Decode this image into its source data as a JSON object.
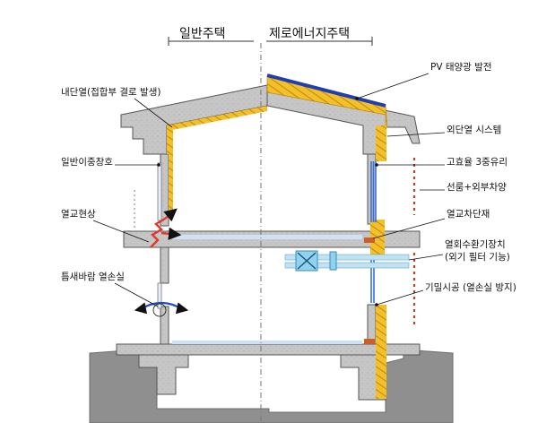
{
  "header": {
    "left_title": "일반주택",
    "right_title": "제로에너지주택"
  },
  "labels_left": [
    "내단열(접합부 결로 발생)",
    "일반이중창호",
    "열교현상",
    "틈새바람 열손실"
  ],
  "labels_right": [
    "PV 태양광 발전",
    "외단열 시스템",
    "고효율 3중유리",
    "선룸+외부차양",
    "열교차단재",
    "열회수환기장치",
    "(외기 필터 기능)",
    "기밀시공 (열손실 방지)"
  ],
  "colors": {
    "concrete": "#c6c6c6",
    "concrete_edge": "#555555",
    "ground": "#8f8f8f",
    "insulation": "#f2c12a",
    "insulation_hatch": "#c78a12",
    "pv_panel": "#1f3fb0",
    "window_blue": "#3b6fd6",
    "heat_red": "#e0392b",
    "draft_blue": "#1f4fd0",
    "hrv_box": "#8fd3ee",
    "hrv_duct": "#bfe3f3",
    "shade": "#b8431f",
    "floor_blue": "#cfe0f7"
  },
  "icons": [
    "heat-bridge-arrows-icon",
    "air-leak-arrows-icon",
    "hrv-unit-icon",
    "pv-panel-icon"
  ]
}
